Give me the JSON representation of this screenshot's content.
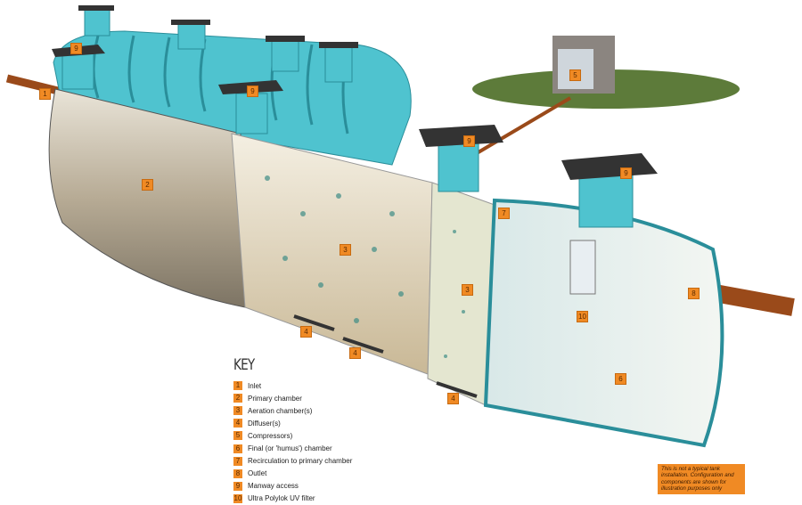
{
  "key": {
    "title": "KEY",
    "items": [
      {
        "num": "1",
        "label": "Inlet"
      },
      {
        "num": "2",
        "label": "Primary chamber"
      },
      {
        "num": "3",
        "label": "Aeration chamber(s)"
      },
      {
        "num": "4",
        "label": "Diffuser(s)"
      },
      {
        "num": "5",
        "label": "Compressors)"
      },
      {
        "num": "6",
        "label": "Final (or 'humus') chamber"
      },
      {
        "num": "7",
        "label": "Recirculation to primary chamber"
      },
      {
        "num": "8",
        "label": "Outlet"
      },
      {
        "num": "9",
        "label": "Manway access"
      },
      {
        "num": "10",
        "label": "Ultra Polylok UV filter"
      }
    ]
  },
  "callouts": [
    "1",
    "9",
    "9",
    "9",
    "9",
    "5",
    "2",
    "3",
    "3",
    "7",
    "8",
    "10",
    "4",
    "4",
    "4",
    "6"
  ],
  "note": "This is not a typical tank installation. Configuration and components are shown for illustration purposes only",
  "colors": {
    "tank": "#4fc3cf",
    "accent": "#f08a24",
    "pipe": "#9a4a1a",
    "lid": "#333333"
  }
}
